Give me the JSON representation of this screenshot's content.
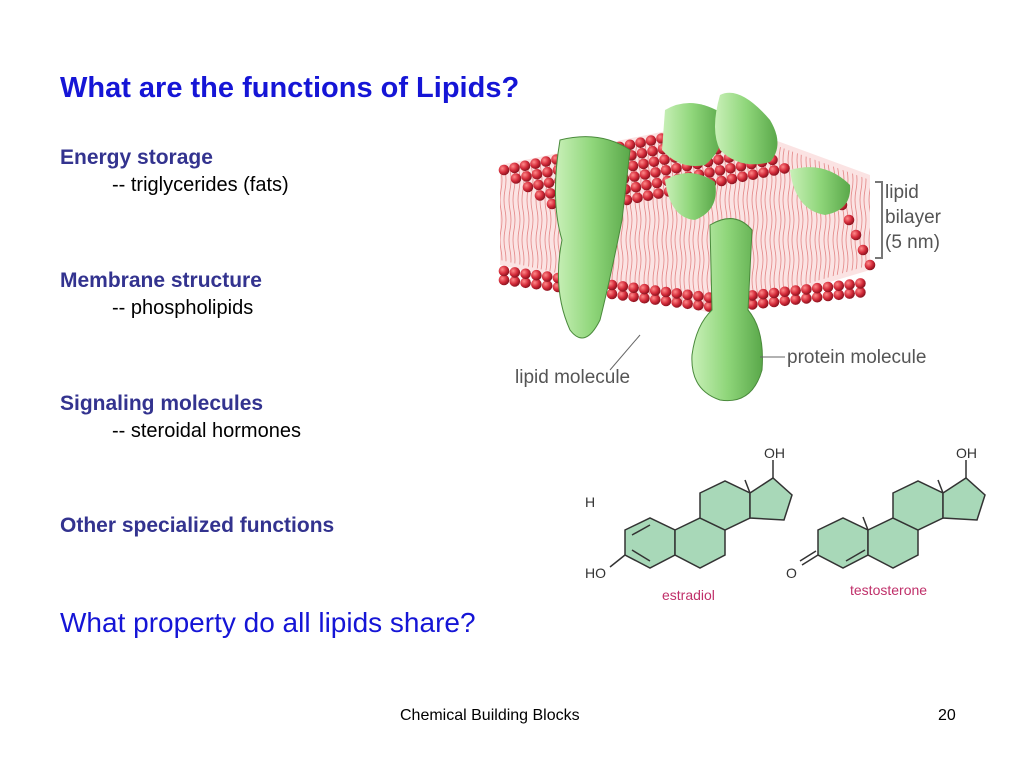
{
  "title": "What are the functions of Lipids?",
  "sections": [
    {
      "heading": "Energy storage",
      "sub": "-- triglycerides (fats)"
    },
    {
      "heading": "Membrane structure",
      "sub": "-- phospholipids"
    },
    {
      "heading": "Signaling molecules",
      "sub": "-- steroidal hormones"
    },
    {
      "heading": "Other specialized functions",
      "sub": ""
    }
  ],
  "question": "What property do all lipids share?",
  "footer": "Chemical Building Blocks",
  "page_number": "20",
  "membrane_figure": {
    "label_bilayer_1": "lipid",
    "label_bilayer_2": "bilayer",
    "label_bilayer_3": "(5 nm)",
    "label_protein": "protein molecule",
    "label_lipid": "lipid molecule"
  },
  "steroid_figure": {
    "oh_1": "OH",
    "oh_2": "OH",
    "ho": "HO",
    "o": "O",
    "h": "H",
    "name_1": "estradiol",
    "name_2": "testosterone"
  },
  "colors": {
    "title": "#1515d6",
    "heading": "#33338f",
    "lipid_head": "#d42b3a",
    "protein": "#8fd67a",
    "ring_fill": "#a8d8b8",
    "steroid_label": "#c0306a"
  }
}
